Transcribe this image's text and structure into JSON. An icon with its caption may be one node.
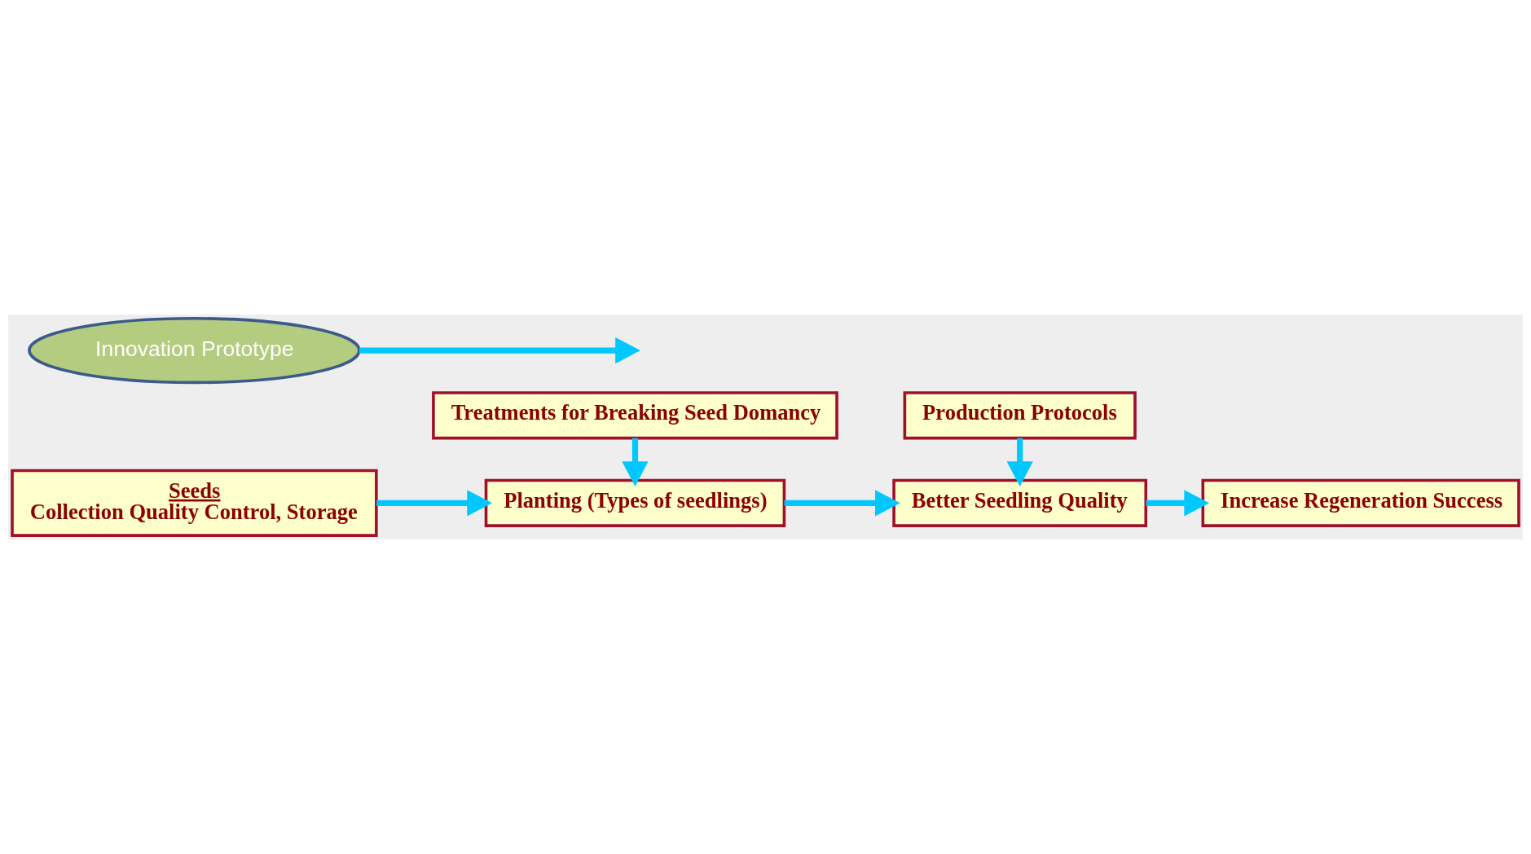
{
  "diagram": {
    "nodes": [
      {
        "text": [
          "Treatments for Breaking Seed Domancy"
        ]
      },
      {
        "text": [
          "Production Protocols"
        ]
      },
      {
        "text": [
          "Seeds",
          "Collection Quality Control, Storage"
        ]
      },
      {
        "text": [
          "Planting (Types of seedlings)"
        ]
      },
      {
        "text": [
          "Better Seedling Quality"
        ]
      },
      {
        "text": [
          "Increase Regeneration Success"
        ]
      },
      {
        "text": [
          "Innovation Prototype"
        ]
      }
    ],
    "edges": [
      {
        "from": 2,
        "to": 3,
        "arrow": "to"
      },
      {
        "from": 0,
        "to": 3,
        "arrow": "to"
      },
      {
        "from": 3,
        "to": 4,
        "arrow": "to"
      },
      {
        "from": 6,
        "to": null,
        "arrow": "to"
      },
      {
        "from": 1,
        "to": 4,
        "arrow": "to"
      },
      {
        "from": 4,
        "to": 5,
        "arrow": "to"
      }
    ]
  }
}
